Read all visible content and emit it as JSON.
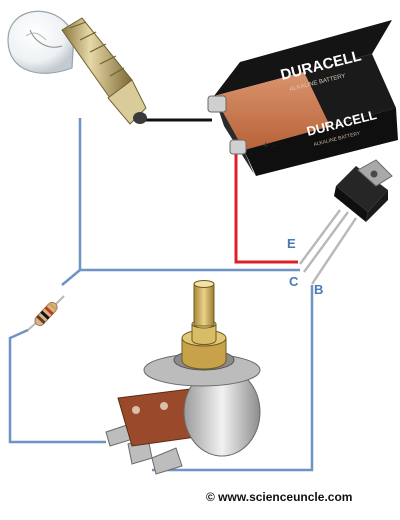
{
  "battery": {
    "brand_top": "DURACELL",
    "subtitle_top": "ALKALINE BATTERY",
    "brand_side": "DURACELL",
    "subtitle_side": "ALKALINE BATTERY"
  },
  "transistor": {
    "pin_e": "E",
    "pin_c": "C",
    "pin_b": "B"
  },
  "footer": {
    "copyright": "© www.scienceuncle.com"
  },
  "colors": {
    "wire_blue": "#6e93c4",
    "wire_red": "#dd1f26",
    "wire_black": "#111111",
    "label_blue": "#4a79b8",
    "battery_copper": "#c9774a",
    "battery_black": "#1a1a1a",
    "knob_brass": "#c9a84a",
    "potentiometer_board": "#9a4a2a"
  },
  "icons": [
    "light-bulb-icon",
    "battery-icon",
    "transistor-icon",
    "resistor-icon",
    "potentiometer-icon"
  ]
}
